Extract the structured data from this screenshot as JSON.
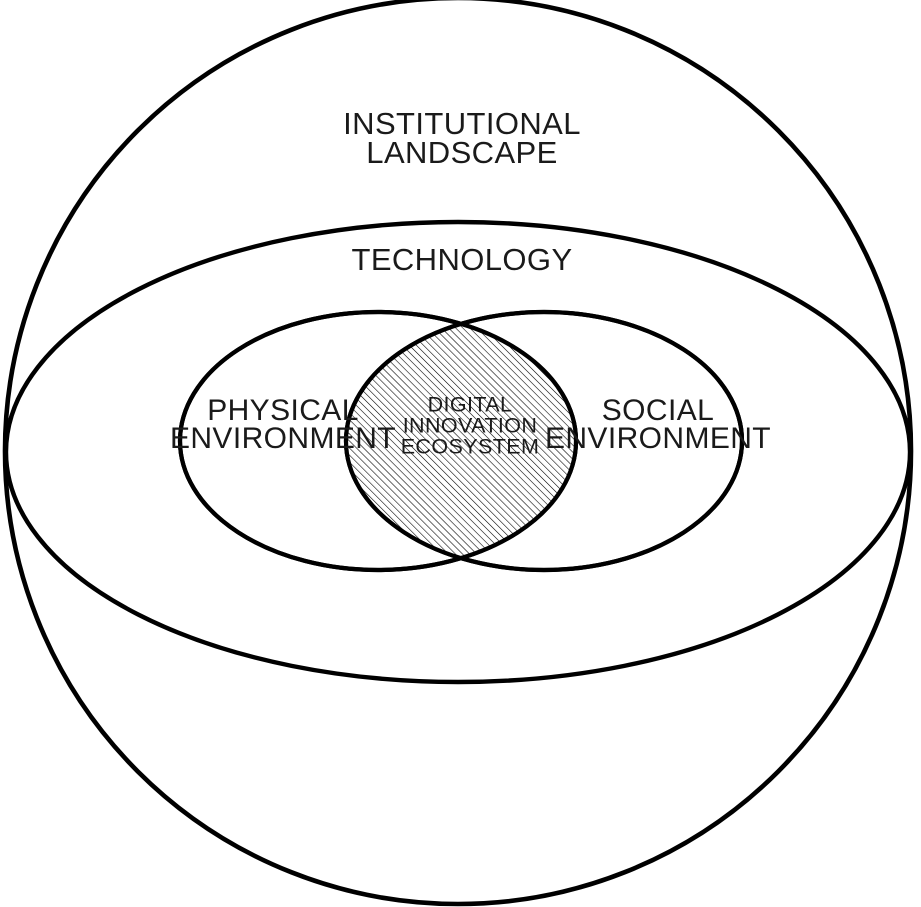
{
  "diagram": {
    "title": "Digital Innovation Ecosystem nested Venn diagram",
    "background_color": "#ffffff",
    "stroke_color": "#000000",
    "text_color": "#1a1a1a",
    "hatch_color": "#000000",
    "layers": {
      "institutional": {
        "label_line1": "INSTITUTIONAL",
        "label_line2": "LANDSCAPE",
        "shape": "circle"
      },
      "technology": {
        "label_line1": "TECHNOLOGY",
        "shape": "ellipse"
      },
      "physical": {
        "label_line1": "PHYSICAL",
        "label_line2": "ENVIRONMENT",
        "shape": "ellipse"
      },
      "social": {
        "label_line1": "SOCIAL",
        "label_line2": "ENVIRONMENT",
        "shape": "ellipse"
      },
      "core": {
        "label_line1": "DIGITAL",
        "label_line2": "INNOVATION",
        "label_line3": "ECOSYSTEM",
        "shape": "lens-intersection",
        "fill": "diagonal-hatch"
      }
    }
  }
}
